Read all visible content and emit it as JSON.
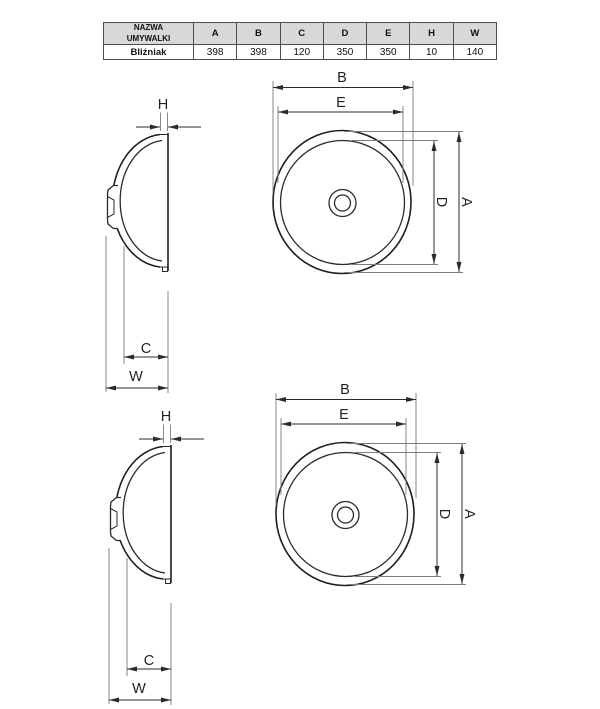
{
  "table": {
    "name_header": "NAZWA\nUMYWALKI",
    "columns": [
      "A",
      "B",
      "C",
      "D",
      "E",
      "H",
      "W"
    ],
    "product": {
      "name": "Bliźniak",
      "values": [
        "398",
        "398",
        "120",
        "350",
        "350",
        "10",
        "140"
      ]
    }
  },
  "dimension_labels": {
    "A": "A",
    "B": "B",
    "C": "C",
    "D": "D",
    "E": "E",
    "H": "H",
    "W": "W"
  },
  "colors": {
    "background": "#ffffff",
    "table_header_bg": "#d8d8d8",
    "table_border": "#4d4d4d",
    "drawing_main_line": "#1f1f1f",
    "dimension_line": "#2b2b2b",
    "extension_line": "#7d7d7d",
    "text": "#111111"
  }
}
